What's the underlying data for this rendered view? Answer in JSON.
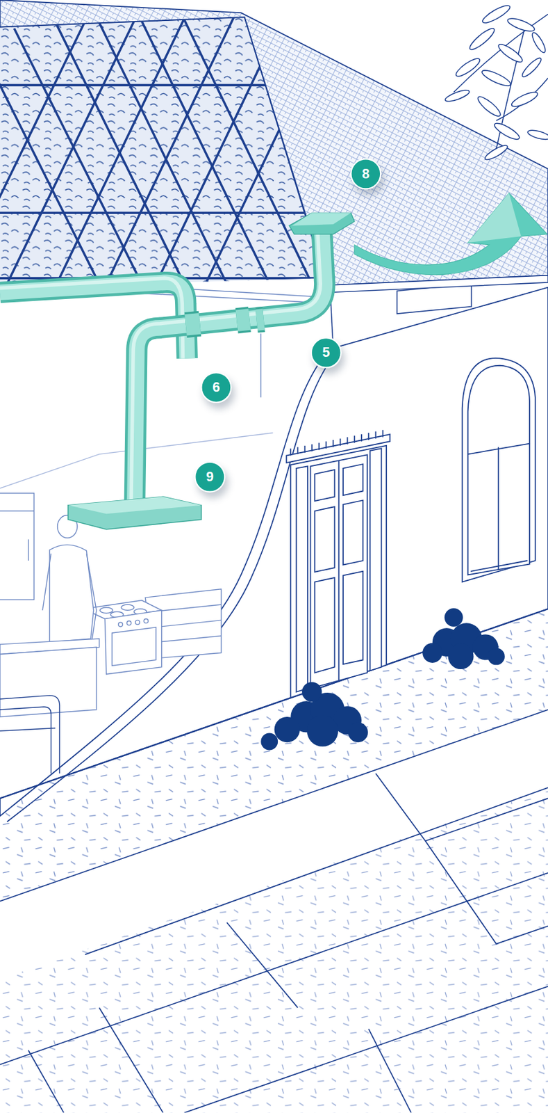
{
  "diagram": {
    "labels": [
      "8",
      "5",
      "6",
      "9"
    ]
  }
}
